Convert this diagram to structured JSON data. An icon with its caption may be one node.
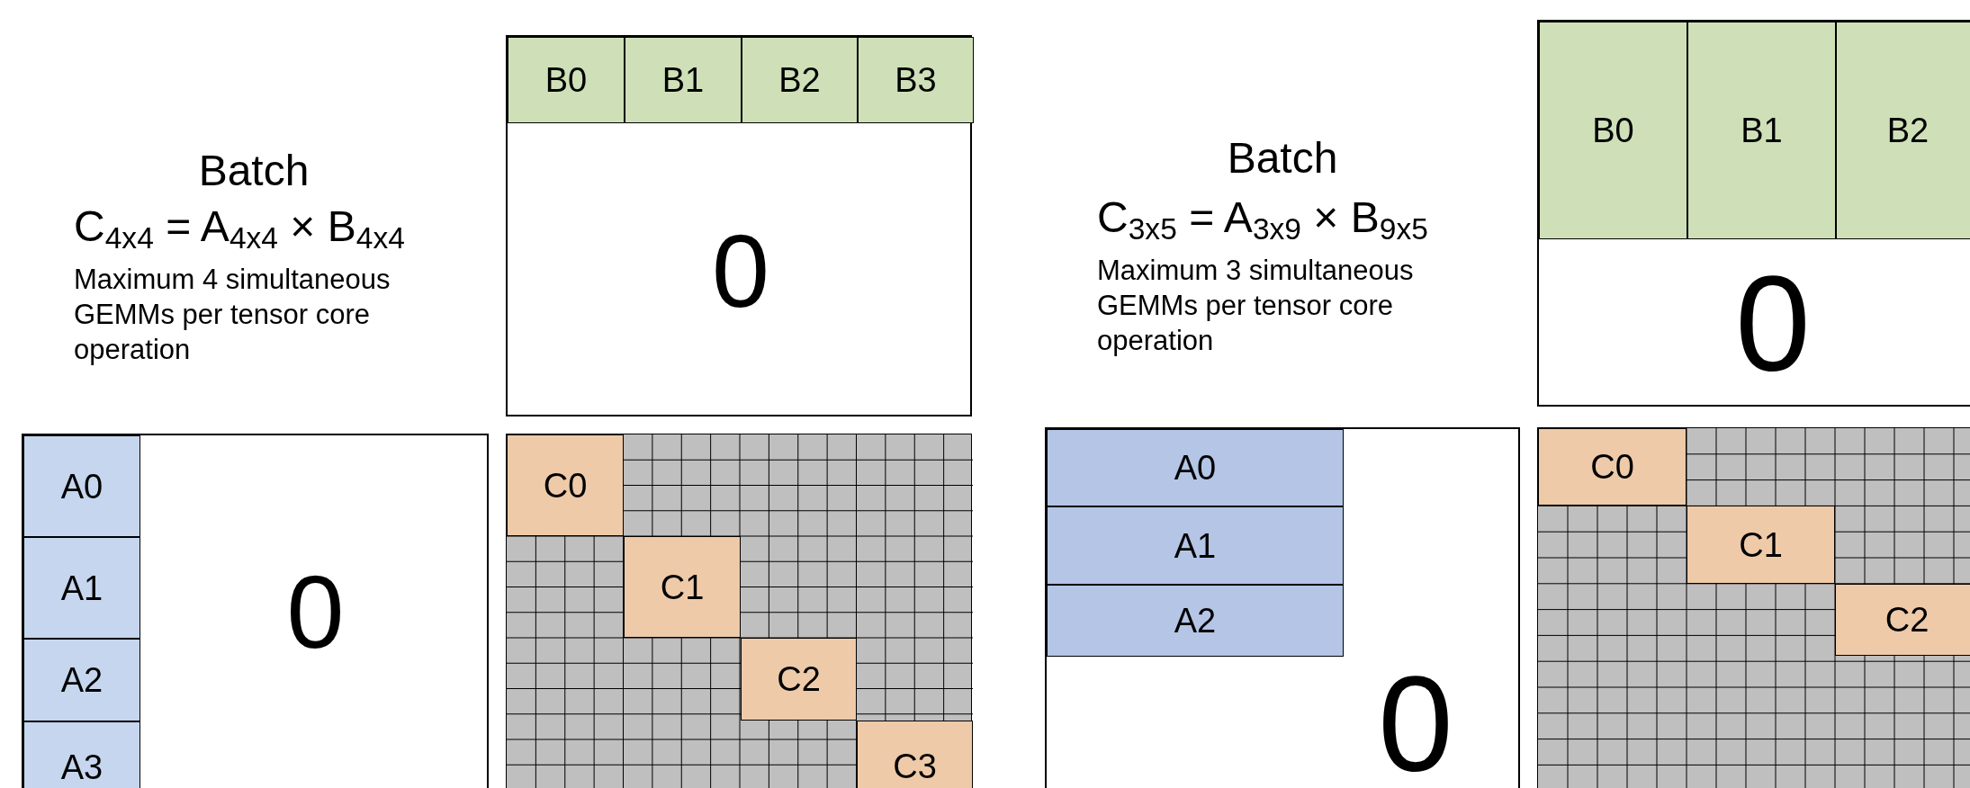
{
  "diagram": {
    "nodes": [
      {
        "text": [
          "0"
        ]
      },
      {
        "text": [
          "B0"
        ],
        "in": 0
      },
      {
        "text": [
          "B1"
        ],
        "in": 0
      },
      {
        "text": [
          "B2"
        ],
        "in": 0
      },
      {
        "text": [
          "B3"
        ],
        "in": 0
      },
      {
        "text": [
          "0"
        ]
      },
      {
        "text": [
          "A0"
        ],
        "in": 5
      },
      {
        "text": [
          "A1"
        ],
        "in": 5
      },
      {
        "text": [
          "A2"
        ],
        "in": 5
      },
      {
        "text": [
          "A3"
        ],
        "in": 5
      },
      {
        "text": [],
        "shape": "box"
      },
      {
        "text": [
          "C0"
        ],
        "in": 10
      },
      {
        "text": [
          "C1"
        ],
        "in": 10
      },
      {
        "text": [
          "C2"
        ],
        "in": 10
      },
      {
        "text": [
          "C3"
        ],
        "in": 10
      },
      {
        "text": [
          "0"
        ]
      },
      {
        "text": [
          "B0"
        ],
        "in": 15
      },
      {
        "text": [
          "B1"
        ],
        "in": 15
      },
      {
        "text": [
          "B2"
        ],
        "in": 15
      },
      {
        "text": [
          "0"
        ]
      },
      {
        "text": [
          "A0"
        ],
        "in": 19
      },
      {
        "text": [
          "A1"
        ],
        "in": 19
      },
      {
        "text": [
          "A2"
        ],
        "in": 19
      },
      {
        "text": [],
        "shape": "box"
      },
      {
        "text": [
          "C0"
        ],
        "in": 23
      },
      {
        "text": [
          "C1"
        ],
        "in": 23
      },
      {
        "text": [
          "C2"
        ],
        "in": 23
      }
    ],
    "labels": [
      "Batch",
      "C$_{4x4}$ = A$_{4x4}$ × B$_{4x4}$",
      "Maximum 4 simultaneous GEMMs per tensor core operation",
      "Batch",
      "C$_{3x5}$ = A$_{3x9}$ × B$_{9x5}$",
      "Maximum 3 simultaneous GEMMs per tensor core operation"
    ]
  }
}
